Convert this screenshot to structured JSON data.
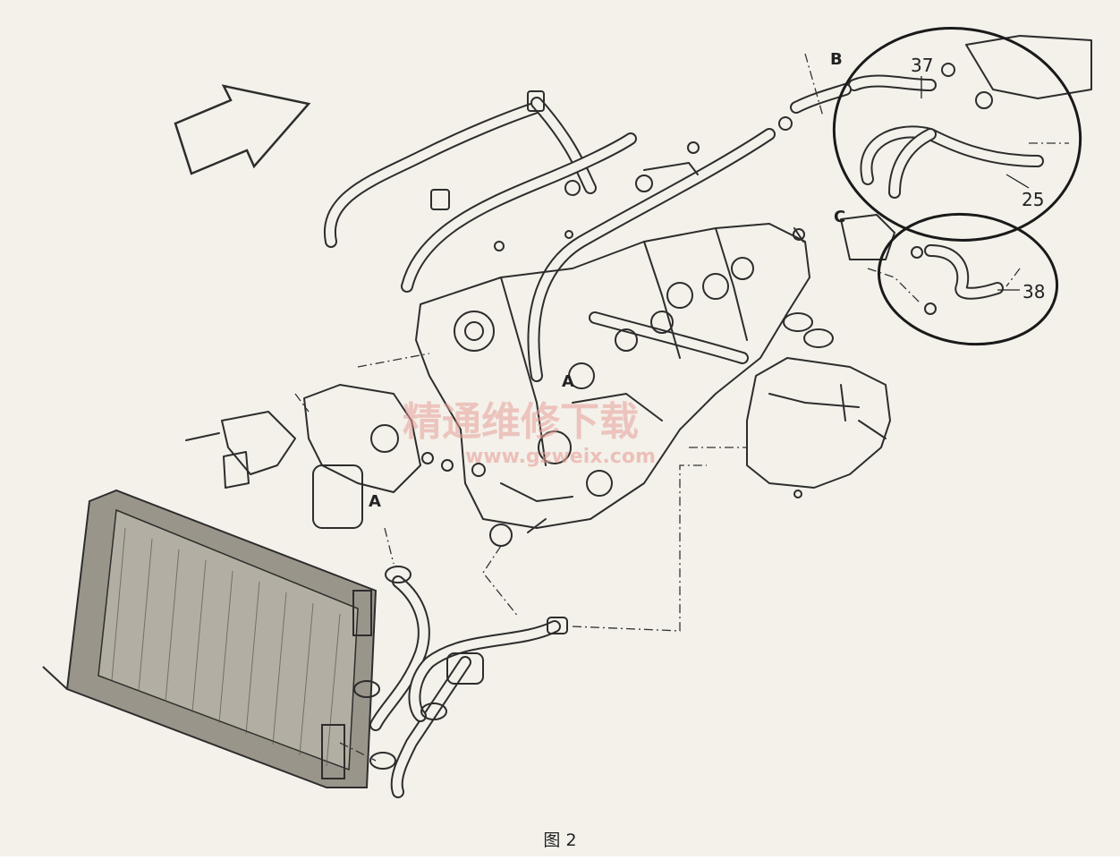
{
  "figure": {
    "caption": "图 2",
    "watermark_cn": "精通维修下载",
    "watermark_url": "www.gzweix.com"
  },
  "callouts": {
    "c37": "37",
    "c25": "25",
    "c38": "38"
  },
  "letters": {
    "a1": "A",
    "a2": "A",
    "b": "B",
    "c": "C"
  },
  "icons": [
    "direction-arrow-icon"
  ]
}
